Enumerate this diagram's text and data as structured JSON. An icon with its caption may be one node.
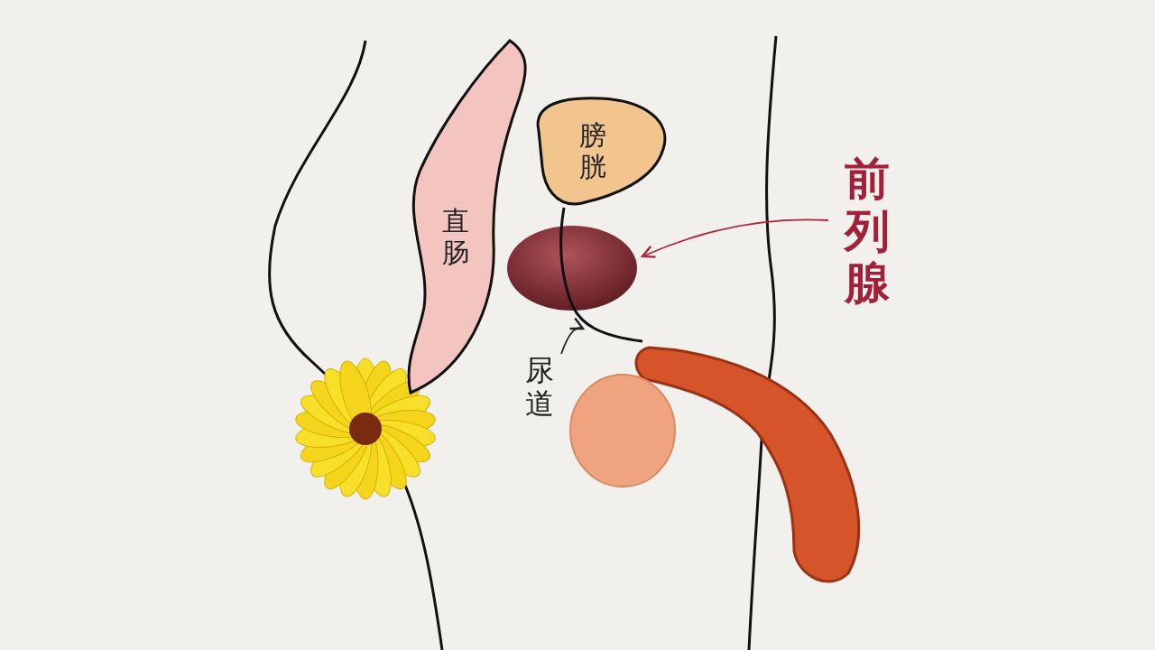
{
  "diagram": {
    "nodes": [
      {
        "text": [
          "膀胱"
        ]
      },
      {
        "text": [
          "直肠"
        ]
      },
      {
        "text": [
          "前列腺"
        ]
      },
      {
        "text": [],
        "shape": "picture"
      },
      {
        "text": [
          "尿道"
        ]
      },
      {
        "text": [],
        "shape": "line"
      }
    ],
    "edges": [
      {
        "from": 2,
        "to": 3,
        "arrow": "to",
        "color": "#b0263c"
      },
      {
        "from": 4,
        "to": 5,
        "arrow": "to",
        "color": "#222222"
      }
    ]
  }
}
